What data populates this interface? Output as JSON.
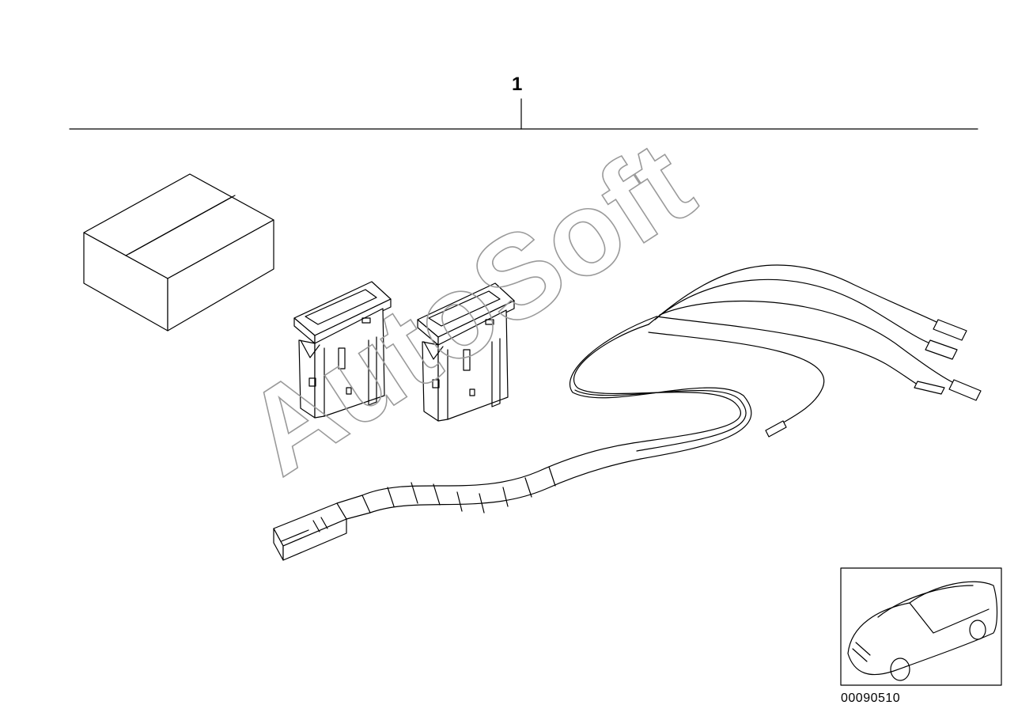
{
  "diagram": {
    "part_number": "1",
    "drawing_code": "00090510",
    "watermark": "AutoSoft"
  }
}
